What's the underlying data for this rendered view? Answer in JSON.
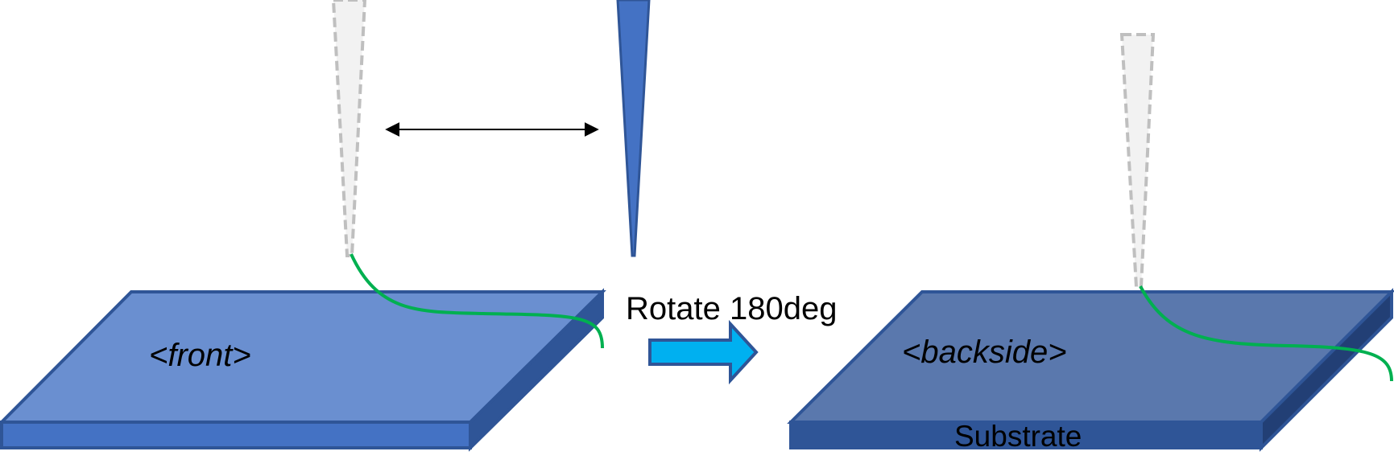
{
  "labels": {
    "front": "<front>",
    "backside": "<backside>",
    "rotate": "Rotate 180deg",
    "substrate": "Substrate"
  },
  "colors": {
    "front_top": "#6a8fd0",
    "front_side": "#4472c4",
    "front_edge": "#2f5597",
    "back_top": "#5a78ad",
    "back_side": "#2f5597",
    "back_dark": "#223f75",
    "probe_blue": "#4472c4",
    "probe_ghost_fill": "#f2f2f2",
    "probe_ghost_stroke": "#bfbfbf",
    "fiber_green": "#00b050",
    "arrow_cyan": "#00b0f0"
  }
}
